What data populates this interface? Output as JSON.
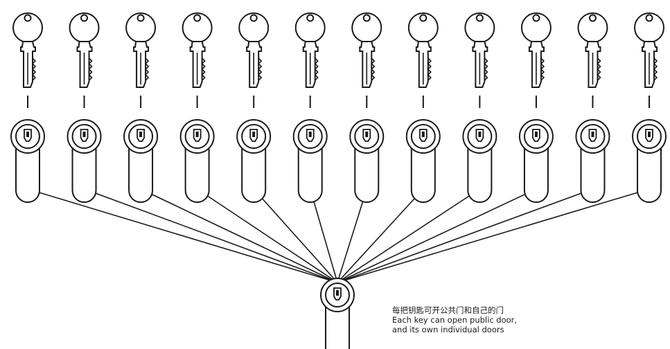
{
  "diagram": {
    "key_count": 12,
    "colors": {
      "line": "#1a1a1a",
      "background": "#ffffff"
    },
    "icons": {
      "key": "key-icon",
      "cylinder": "lock-cylinder-icon",
      "master_cylinder": "master-lock-cylinder-icon"
    }
  },
  "caption": {
    "chinese": "每把钥匙可开公共门和自己的门",
    "english_line1": "Each key can open public door,",
    "english_line2": "and its own individual doors"
  }
}
